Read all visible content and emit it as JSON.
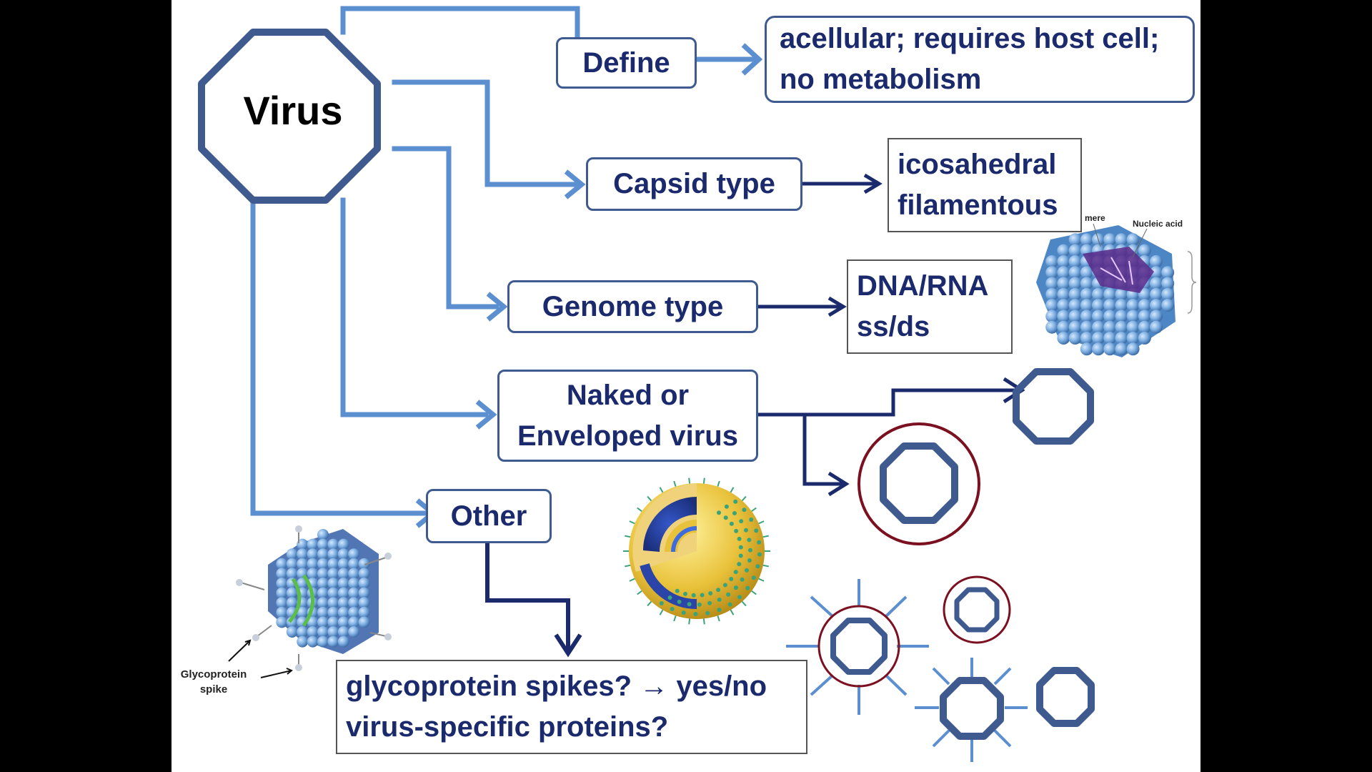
{
  "diagram": {
    "root": "Virus",
    "branches": {
      "define": {
        "label": "Define",
        "detail_line1": "acellular; requires host cell;",
        "detail_line2": "no metabolism"
      },
      "capsid": {
        "label": "Capsid type",
        "detail_line1": "icosahedral",
        "detail_line2": "filamentous"
      },
      "genome": {
        "label": "Genome type",
        "detail_line1": "DNA/RNA",
        "detail_line2": "ss/ds"
      },
      "envelope": {
        "label_line1": "Naked or",
        "label_line2": "Enveloped virus"
      },
      "other": {
        "label": "Other",
        "detail_line1": "glycoprotein spikes? → yes/no",
        "detail_line2": "virus-specific proteins?"
      }
    },
    "image_labels": {
      "capsid_partial": "mere",
      "nucleic_acid": "Nucleic acid",
      "glycoprotein_line1": "Glycoprotein",
      "glycoprotein_line2": "spike"
    }
  },
  "colors": {
    "light_connector": "#5b8fd0",
    "dark_connector": "#1a2a6c",
    "box_border": "#3e5a8f",
    "text": "#1a2a6c",
    "envelope_ring": "#7a1020",
    "capsid_shape": "#3e5a8f",
    "background_side": "#000000"
  },
  "icons": [
    "octagon-capsid-icon",
    "enveloped-capsid-icon",
    "spiked-capsid-icon",
    "icosahedral-capsid-illustration",
    "enveloped-virus-illustration",
    "spiked-capsid-illustration"
  ]
}
